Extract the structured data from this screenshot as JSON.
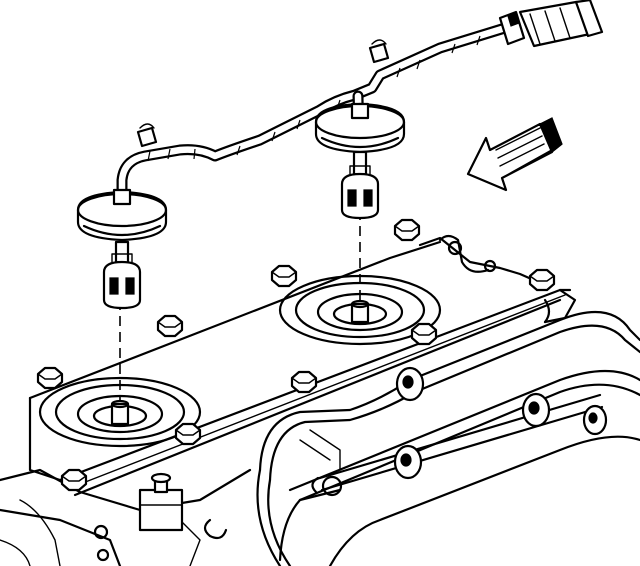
{
  "diagram": {
    "view": "exploded",
    "components": [
      "wiring-harness",
      "harness-connector",
      "grommet-left",
      "grommet-right",
      "knock-sensor-connector-left",
      "knock-sensor-connector-right",
      "sensor-bore-left",
      "sensor-bore-right",
      "valley-cover",
      "bolts",
      "intake-runner-cover",
      "direction-arrow"
    ],
    "arrow_direction": "front-left",
    "colors": {
      "line": "#000000",
      "background": "#ffffff"
    }
  }
}
